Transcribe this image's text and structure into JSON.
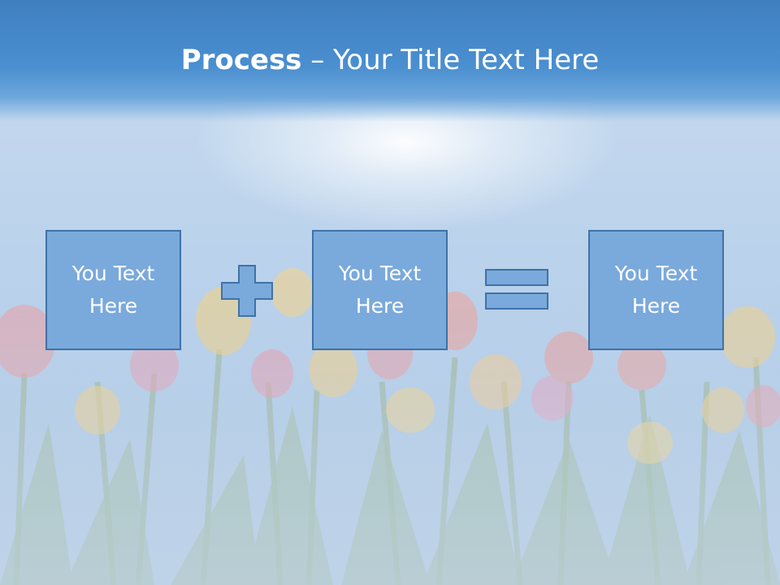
{
  "slide": {
    "title_bold": "Process",
    "title_rest": " – Your Title Text Here"
  },
  "boxes": [
    {
      "text": "You Text Here"
    },
    {
      "text": "You Text Here"
    },
    {
      "text": "You Text Here"
    }
  ],
  "operators": [
    "plus-icon",
    "equals-icon"
  ],
  "colors": {
    "title_bar": "#4a8fd0",
    "box_fill": "#7aa9dc",
    "box_border": "#3f72a8",
    "text": "#ffffff"
  }
}
